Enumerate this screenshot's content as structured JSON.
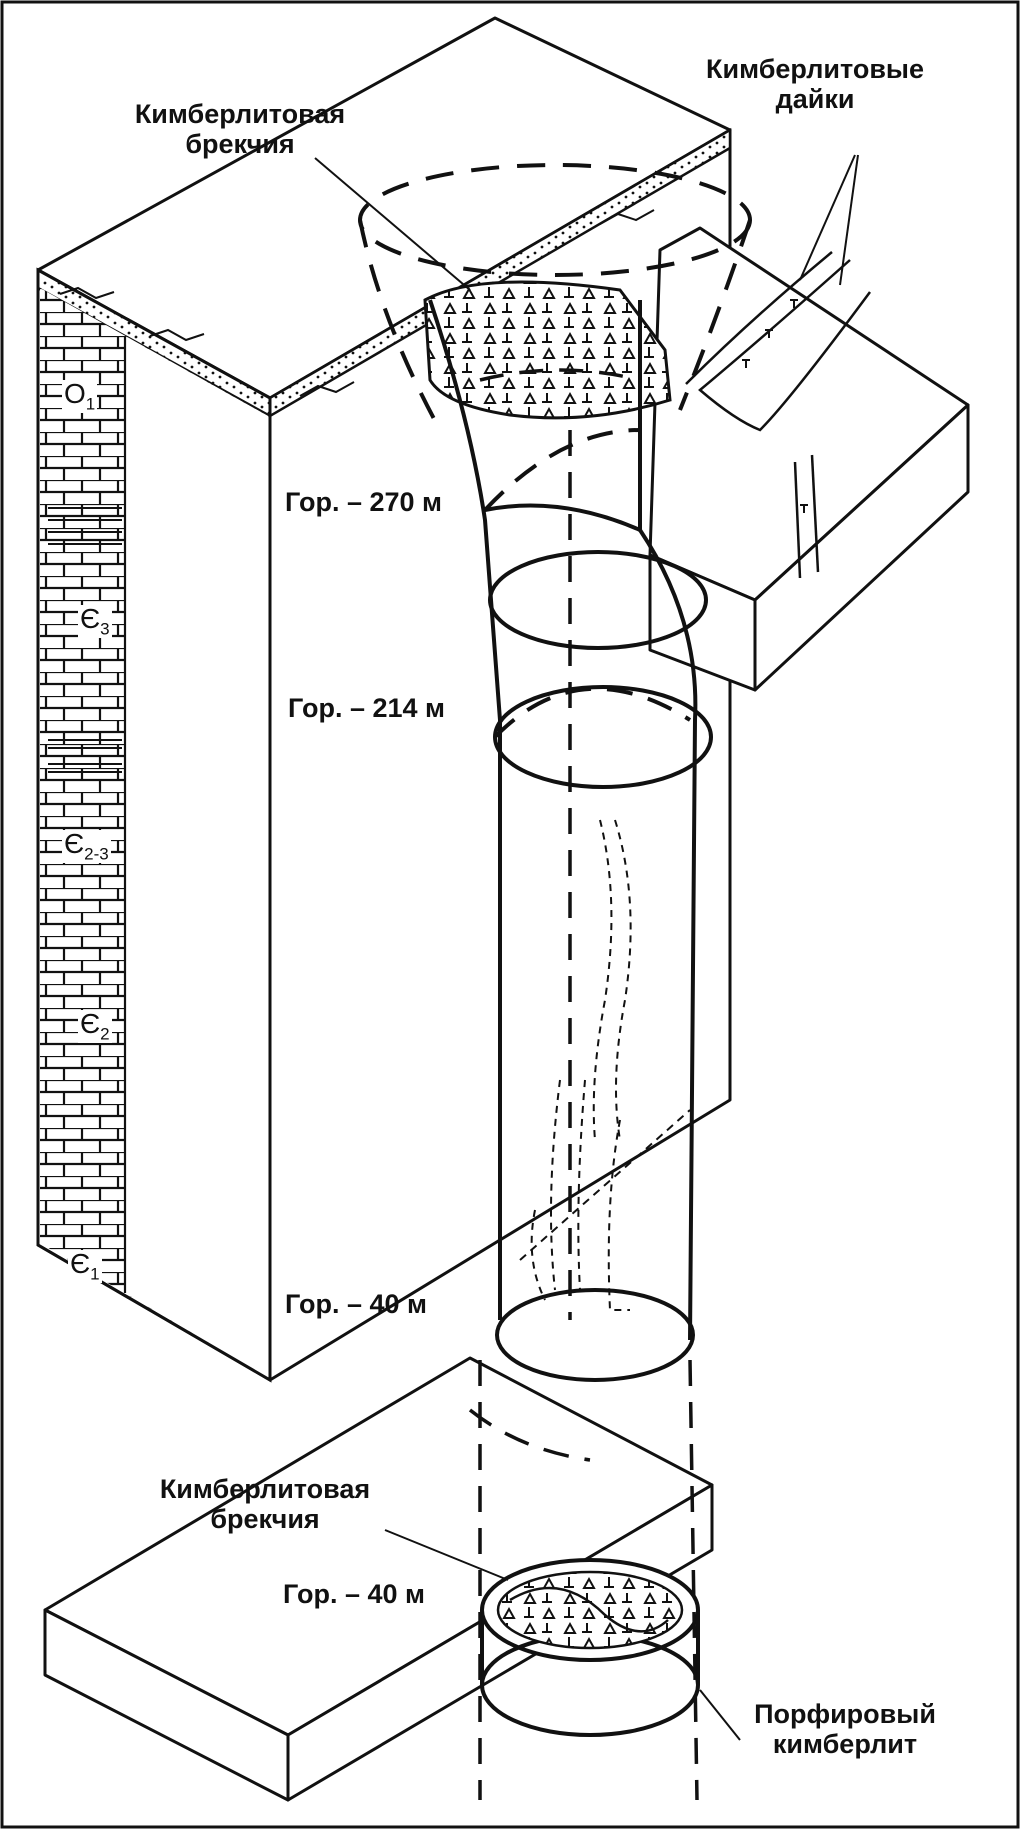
{
  "labels": {
    "breccia_top_line1": "Кимберлитовая",
    "breccia_top_line2": "брекчия",
    "dikes_line1": "Кимберлитовые",
    "dikes_line2": "дайки",
    "level_270": "Гор. – 270 м",
    "level_214": "Гор. – 214 м",
    "level_40_upper": "Гор. – 40 м",
    "breccia_bottom_line1": "Кимберлитовая",
    "breccia_bottom_line2": "брекчия",
    "level_40_lower": "Гор. – 40 м",
    "porphyry_line1": "Порфировый",
    "porphyry_line2": "кимберлит"
  },
  "strata": [
    {
      "symbol": "O",
      "sub": "1"
    },
    {
      "symbol": "Є",
      "sub": "3"
    },
    {
      "symbol": "Є",
      "sub": "2-3"
    },
    {
      "symbol": "Є",
      "sub": "2"
    },
    {
      "symbol": "Є",
      "sub": "1"
    }
  ]
}
